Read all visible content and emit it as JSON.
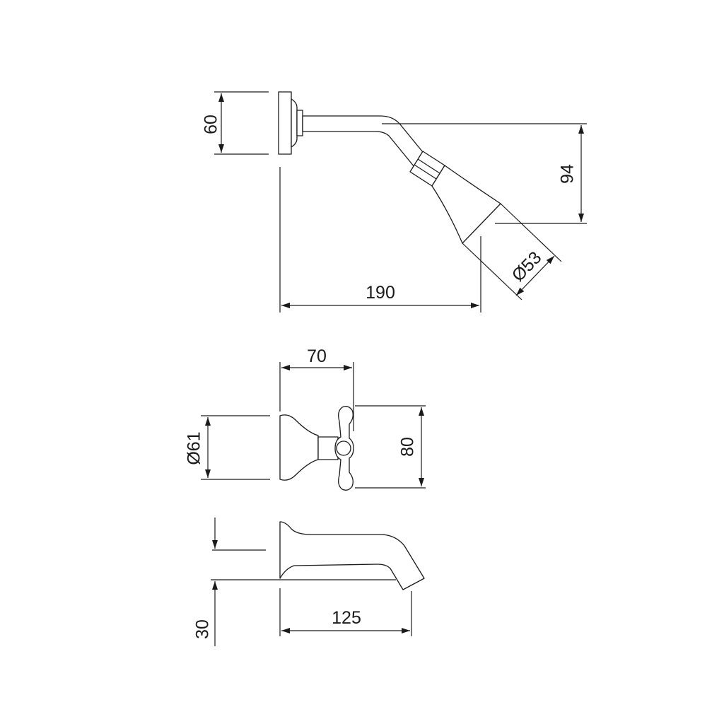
{
  "drawing": {
    "line_color": "#1a1a1a",
    "background": "#ffffff",
    "shower_head": {
      "flange_height": "60",
      "drop": "94",
      "head_diameter": "Ø53",
      "projection": "190"
    },
    "valve": {
      "depth": "70",
      "flange_diameter": "Ø61",
      "height": "80"
    },
    "spout": {
      "height": "30",
      "projection": "125"
    }
  }
}
